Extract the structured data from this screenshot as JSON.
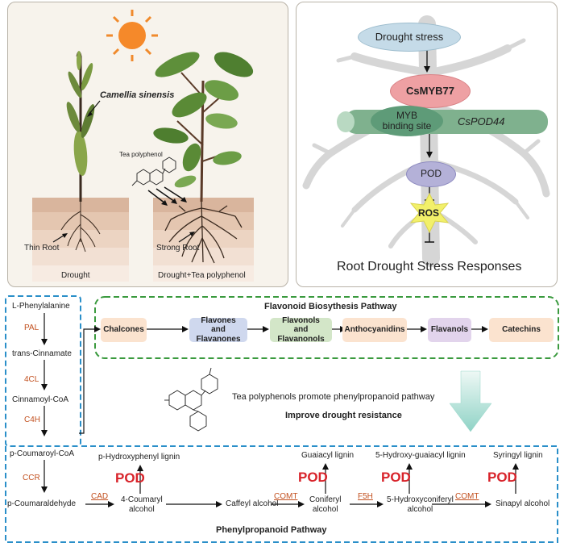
{
  "colors": {
    "pod_red": "#d8232a",
    "enzyme_orange": "#c2501f",
    "flavonoid_border": "#3a9a3e",
    "phenyl_border": "#2a8fc9"
  },
  "top_left": {
    "species": "Camellia sinensis",
    "tea_polyphenol": "Tea polyphenol",
    "thin_root": "Thin Root",
    "strong_root": "Strong Root",
    "drought": "Drought",
    "drought_tea": "Drought+Tea polyphenol"
  },
  "top_right": {
    "drought_stress": "Drought stress",
    "csmyb77": "CsMYB77",
    "myb_binding_site": "MYB\nbinding site",
    "cspod44": "CsPOD44",
    "pod": "POD",
    "ros": "ROS",
    "caption": "Root Drought Stress Responses"
  },
  "phenylpropanoid": {
    "title": "Phenylpropanoid Pathway",
    "left_chain": [
      "L-Phenylalanine",
      "trans-Cinnamate",
      "Cinnamoyl-CoA",
      "p-Coumaroyl-CoA",
      "p-Coumaraldehyde"
    ],
    "left_enzymes": [
      "PAL",
      "4CL",
      "C4H",
      "CCR"
    ],
    "bottom_chain": [
      "4-Coumaryl\nalcohol",
      "Caffeyl alcohol",
      "Coniferyl\nalcohol",
      "5-Hydroxyconiferyl\nalcohol",
      "Sinapyl alcohol"
    ],
    "bottom_enzymes": [
      "CAD",
      "COMT",
      "F5H",
      "COMT"
    ],
    "lignins": [
      "p-Hydroxyphenyl lignin",
      "Guaiacyl lignin",
      "5-Hydroxy-guaiacyl lignin",
      "Syringyl lignin"
    ],
    "pod_label": "POD"
  },
  "flavonoid": {
    "title": "Flavonoid Biosythesis Pathway",
    "steps": [
      {
        "label": "Chalcones",
        "color": "#fbe3cf"
      },
      {
        "label": "Flavones\nand Flavanones",
        "color": "#cfd8ee"
      },
      {
        "label": "Flavonols\nand Flavanonols",
        "color": "#d3e6c8"
      },
      {
        "label": "Anthocyanidins",
        "color": "#fbe3cf"
      },
      {
        "label": "Flavanols",
        "color": "#e2d4ec"
      },
      {
        "label": "Catechins",
        "color": "#fbe3cf"
      }
    ]
  },
  "middle": {
    "promote": "Tea polyphenols promote phenylpropanoid pathway",
    "improve": "Improve drought resistance"
  }
}
